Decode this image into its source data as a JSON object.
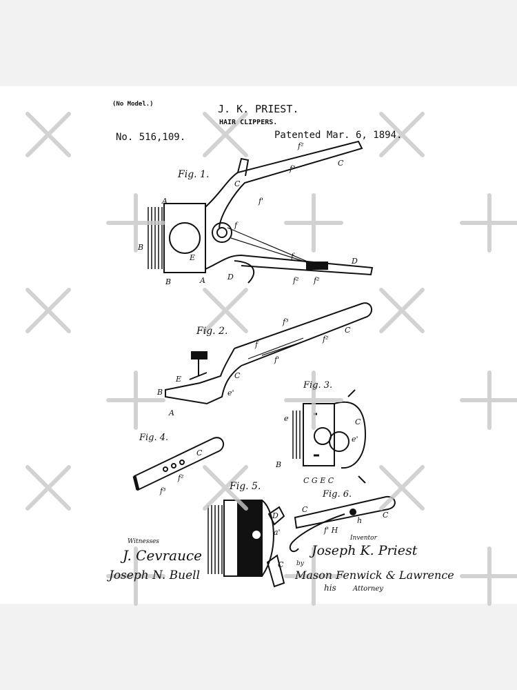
{
  "patent": {
    "model_note": "(No Model.)",
    "inventor_name": "J. K. PRIEST.",
    "title": "HAIR CLIPPERS.",
    "number": "No. 516,109.",
    "date": "Patented Mar. 6, 1894."
  },
  "figures": [
    "Fig. 1.",
    "Fig. 2.",
    "Fig. 3.",
    "Fig. 4.",
    "Fig. 5.",
    "Fig. 6."
  ],
  "signatures": {
    "witnesses_label": "Witnesses",
    "witness_1": "J. Cevrauce",
    "witness_2": "Joseph N. Buell",
    "inventor_label": "Inventor",
    "inventor_signature": "Joseph K. Priest",
    "by": "by",
    "attorney_signature": "Mason Fenwick & Lawrence",
    "his": "his",
    "attorney_label": "Attorney"
  },
  "colors": {
    "background": "#f2f2f2",
    "sheet": "#ffffff",
    "ink": "#111111",
    "watermark": "#c8c8c8"
  },
  "watermark_icons": [
    "x-mark",
    "plus-mark"
  ]
}
